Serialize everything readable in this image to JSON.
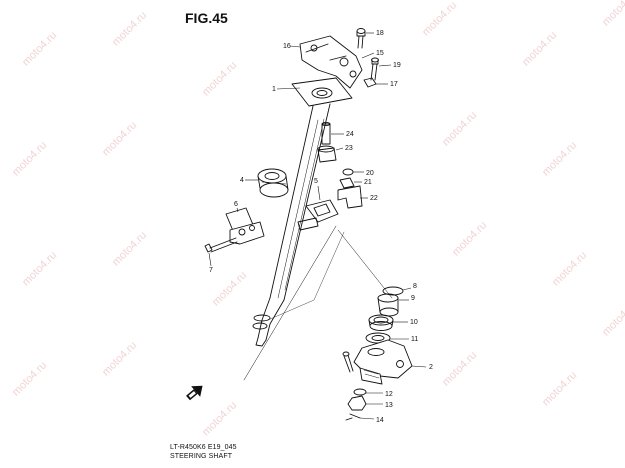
{
  "figure": {
    "title": "FIG.45",
    "model_code": "LT-R450K6 E19_045",
    "section_name": "STEERING SHAFT"
  },
  "watermark": {
    "text": "moto4.ru"
  },
  "callouts": [
    {
      "number": "1"
    },
    {
      "number": "2"
    },
    {
      "number": "4"
    },
    {
      "number": "5"
    },
    {
      "number": "6"
    },
    {
      "number": "7"
    },
    {
      "number": "8"
    },
    {
      "number": "9"
    },
    {
      "number": "10"
    },
    {
      "number": "11"
    },
    {
      "number": "12"
    },
    {
      "number": "13"
    },
    {
      "number": "14"
    },
    {
      "number": "15"
    },
    {
      "number": "16"
    },
    {
      "number": "17"
    },
    {
      "number": "18"
    },
    {
      "number": "19"
    },
    {
      "number": "20"
    },
    {
      "number": "21"
    },
    {
      "number": "22"
    },
    {
      "number": "23"
    },
    {
      "number": "24"
    }
  ],
  "icons": {
    "front_arrow": "front-direction-arrow-icon"
  }
}
